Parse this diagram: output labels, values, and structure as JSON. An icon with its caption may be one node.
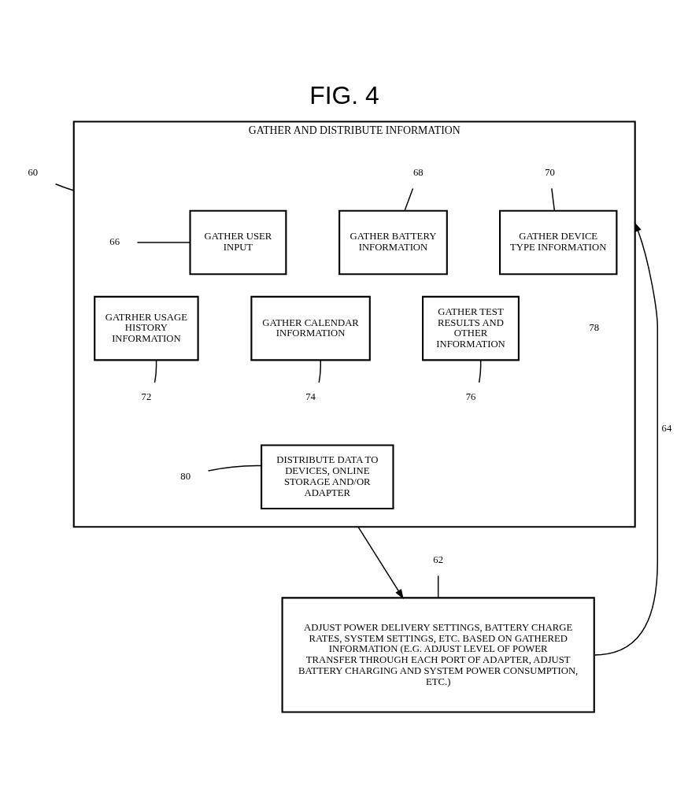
{
  "diagram": {
    "title": "FIG. 4",
    "nodes": [
      {
        "text": [
          "GATHER AND DISTRIBUTE INFORMATION"
        ]
      },
      {
        "text": [
          "GATHER USER INPUT"
        ],
        "in": 0
      },
      {
        "text": [
          "GATHER BATTERY INFORMATION"
        ],
        "in": 0
      },
      {
        "text": [
          "GATHER DEVICE TYPE INFORMATION"
        ],
        "in": 0
      },
      {
        "text": [
          "GATRHER USAGE HISTORY INFORMATION"
        ],
        "in": 0
      },
      {
        "text": [
          "GATHER CALENDAR INFORMATION"
        ],
        "in": 0
      },
      {
        "text": [
          "GATHER TEST RESULTS AND OTHER INFORMATION"
        ],
        "in": 0
      },
      {
        "text": [
          "DISTRIBUTE DATA TO DEVICES, ONLINE STORAGE AND/OR ADAPTER"
        ],
        "in": 0
      },
      {
        "text": [
          "ADJUST POWER DELIVERY SETTINGS, BATTERY CHARGE RATES, SYSTEM SETTINGS, ETC. BASED ON GATHERED INFORMATION (E.G. ADJUST LEVEL OF POWER TRANSFER THROUGH EACH PORT OF ADAPTER, ADJUST BATTERY CHARGING AND SYSTEM POWER CONSUMPTION, ETC.)"
        ]
      },
      {
        "text": [
          "60"
        ]
      },
      {
        "text": [
          "66"
        ],
        "in": 0
      },
      {
        "text": [
          "68"
        ],
        "in": 0
      },
      {
        "text": [
          "70"
        ],
        "in": 0
      },
      {
        "text": [
          "72"
        ],
        "in": 0
      },
      {
        "text": [
          "74"
        ],
        "in": 0
      },
      {
        "text": [
          "76"
        ],
        "in": 0
      },
      {
        "text": [
          "80"
        ],
        "in": 0
      },
      {
        "text": [
          "62"
        ]
      }
    ],
    "edges": [
      {
        "from": 0,
        "to": 8,
        "arrow": "to"
      },
      {
        "from": 8,
        "to": 0,
        "arrow": "to",
        "label": "64"
      },
      {
        "from": 9,
        "to": 0,
        "arrow": "none"
      },
      {
        "from": 10,
        "to": 1,
        "arrow": "none"
      },
      {
        "from": 11,
        "to": 2,
        "arrow": "none"
      },
      {
        "from": 12,
        "to": 3,
        "arrow": "none"
      },
      {
        "from": 13,
        "to": 4,
        "arrow": "none"
      },
      {
        "from": 14,
        "to": 5,
        "arrow": "none"
      },
      {
        "from": 15,
        "to": 6,
        "arrow": "none"
      },
      {
        "from": 16,
        "to": 7,
        "arrow": "none"
      },
      {
        "from": 17,
        "to": 8,
        "arrow": "none"
      }
    ],
    "labels": [
      "78"
    ]
  }
}
